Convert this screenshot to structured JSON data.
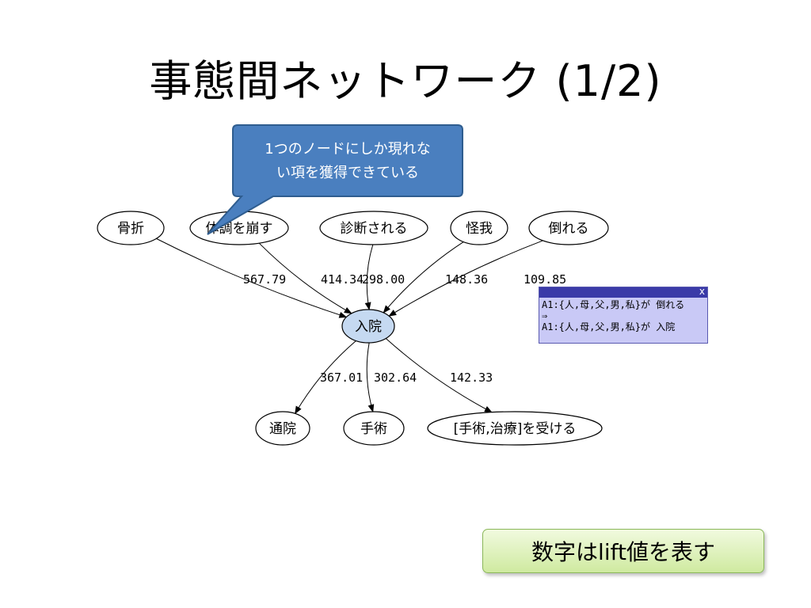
{
  "slide": {
    "title": "事態間ネットワーク (1/2)"
  },
  "callout": {
    "lines": [
      "1つのノードにしか現れな",
      "い項を獲得できている"
    ]
  },
  "network": {
    "nodes": [
      {
        "id": "kossetsu",
        "label": "骨折"
      },
      {
        "id": "taichou",
        "label": "体調を崩す"
      },
      {
        "id": "shindan",
        "label": "診断される"
      },
      {
        "id": "kega",
        "label": "怪我"
      },
      {
        "id": "taoreru",
        "label": "倒れる"
      },
      {
        "id": "nyuin",
        "label": "入院",
        "highlight": true
      },
      {
        "id": "tsuin",
        "label": "通院"
      },
      {
        "id": "shujutsu",
        "label": "手術"
      },
      {
        "id": "chiryo",
        "label": "[手術,治療]を受ける"
      }
    ],
    "edges": [
      {
        "from": "kossetsu",
        "to": "nyuin",
        "lift": "567.79"
      },
      {
        "from": "taichou",
        "to": "nyuin",
        "lift": "414.34"
      },
      {
        "from": "shindan",
        "to": "nyuin",
        "lift": "298.00"
      },
      {
        "from": "kega",
        "to": "nyuin",
        "lift": "148.36"
      },
      {
        "from": "taoreru",
        "to": "nyuin",
        "lift": "109.85"
      },
      {
        "from": "nyuin",
        "to": "tsuin",
        "lift": "367.01"
      },
      {
        "from": "nyuin",
        "to": "shujutsu",
        "lift": "302.64"
      },
      {
        "from": "nyuin",
        "to": "chiryo",
        "lift": "142.33"
      }
    ]
  },
  "popup": {
    "close": "x",
    "line1": "A1:{人,母,父,男,私}が 倒れる",
    "line2": "⇒",
    "line3": "A1:{人,母,父,男,私}が 入院"
  },
  "note": {
    "text": "数字はlift値を表す"
  },
  "colors": {
    "callout_fill": "#4a7fbf",
    "callout_border": "#2f5d8f",
    "highlight_node": "#c5d9f1",
    "note_border": "#8bb85a"
  }
}
